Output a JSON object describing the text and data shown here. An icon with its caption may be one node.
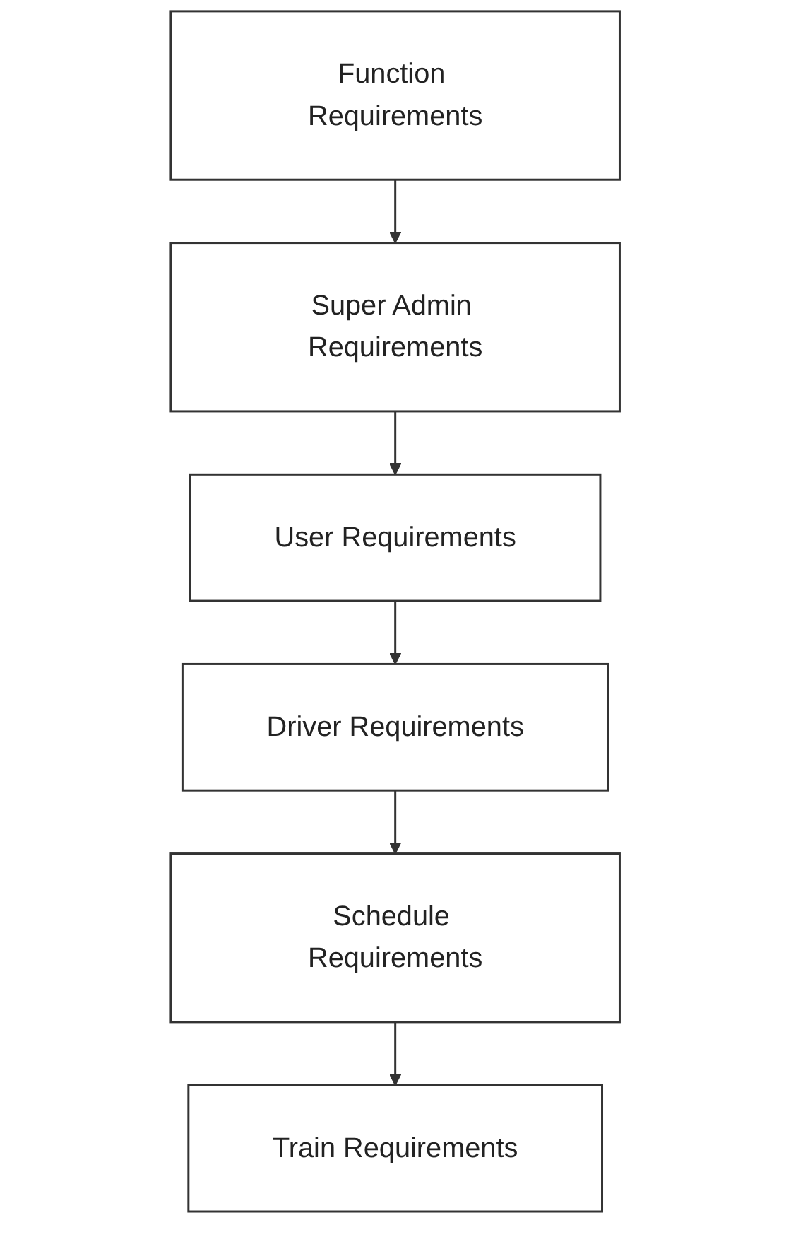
{
  "diagram": {
    "nodes": [
      {
        "text": [
          "Function Requirements"
        ]
      },
      {
        "text": [
          "Super Admin Requirements"
        ]
      },
      {
        "text": [
          "User Requirements"
        ]
      },
      {
        "text": [
          "Driver Requirements"
        ]
      },
      {
        "text": [
          "Schedule Requirements"
        ]
      },
      {
        "text": [
          "Train Requirements"
        ]
      }
    ],
    "edges": [
      {
        "from": 0,
        "to": 1,
        "arrow": "to"
      },
      {
        "from": 1,
        "to": 2,
        "arrow": "to"
      },
      {
        "from": 2,
        "to": 3,
        "arrow": "to"
      },
      {
        "from": 3,
        "to": 4,
        "arrow": "to"
      },
      {
        "from": 4,
        "to": 5,
        "arrow": "to"
      }
    ]
  }
}
